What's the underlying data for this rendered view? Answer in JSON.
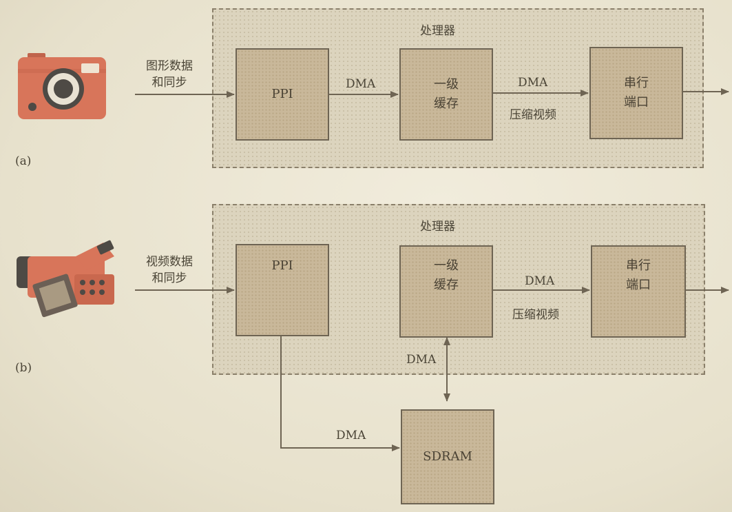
{
  "panel_a": {
    "label": "(a)",
    "processor_title": "处理器",
    "input_label_line1": "图形数据",
    "input_label_line2": "和同步",
    "ppi": "PPI",
    "cache_line1": "一级",
    "cache_line2": "缓存",
    "serial_line1": "串行",
    "serial_line2": "端口",
    "dma_1": "DMA",
    "dma_2": "DMA",
    "compressed_video": "压缩视频"
  },
  "panel_b": {
    "label": "(b)",
    "processor_title": "处理器",
    "input_label_line1": "视频数据",
    "input_label_line2": "和同步",
    "ppi": "PPI",
    "cache_line1": "一级",
    "cache_line2": "缓存",
    "serial_line1": "串行",
    "serial_line2": "端口",
    "dma_out": "DMA",
    "compressed_video": "压缩视频",
    "dma_cache_sdram": "DMA",
    "dma_ppi_sdram": "DMA",
    "sdram": "SDRAM"
  },
  "colors": {
    "block_fill": "#c9b89a",
    "frame_fill": "#dcd4be",
    "line": "#6e6453",
    "camera_body": "#d8755a",
    "camera_accent": "#4e4a45"
  },
  "icons": {
    "panel_a_source": "camera-icon",
    "panel_b_source": "video-camera-icon"
  }
}
